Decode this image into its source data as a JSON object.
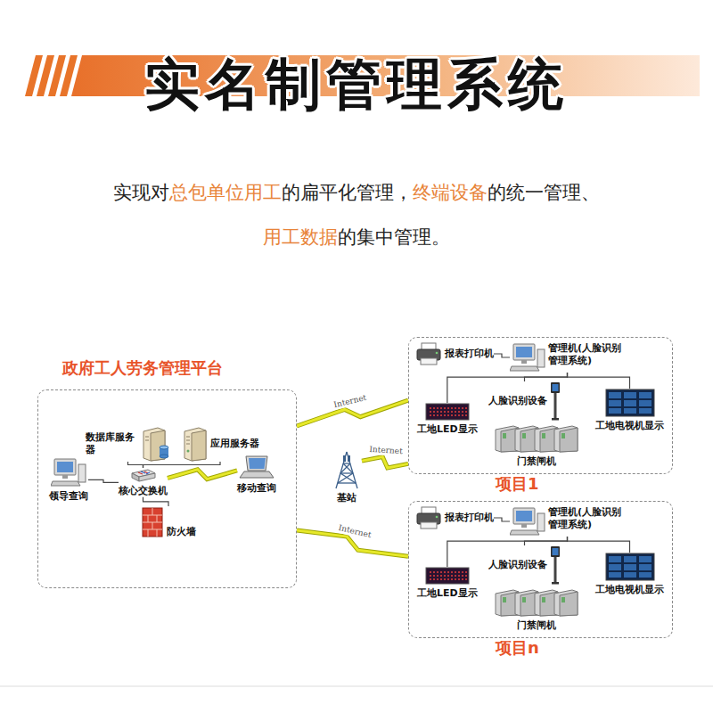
{
  "diagram": {
    "title": "实名制管理系统",
    "nodes": [
      {
        "text": [
          "政府工人劳务管理平台"
        ]
      },
      {
        "text": [
          "数据库服务器"
        ],
        "in": 0
      },
      {
        "text": [
          "应用服务器"
        ],
        "in": 0
      },
      {
        "text": [
          "领导查询"
        ],
        "in": 0
      },
      {
        "text": [
          "核心交换机"
        ],
        "in": 0
      },
      {
        "text": [
          "移动查询"
        ],
        "in": 0
      },
      {
        "text": [
          "防火墙"
        ],
        "in": 0
      },
      {
        "text": [
          "基站"
        ]
      },
      {
        "text": [
          "项目1"
        ]
      },
      {
        "text": [
          "报表打印机"
        ],
        "in": 8
      },
      {
        "text": [
          "管理机(人脸识别管理系统)"
        ],
        "in": 8
      },
      {
        "text": [
          "人脸识别设备"
        ],
        "in": 8
      },
      {
        "text": [
          "工地LED显示"
        ],
        "in": 8
      },
      {
        "text": [
          "工地电视机显示"
        ],
        "in": 8
      },
      {
        "text": [
          "门禁闸机"
        ],
        "in": 8
      },
      {
        "text": [
          "项目n"
        ]
      },
      {
        "text": [
          "报表打印机"
        ],
        "in": 15
      },
      {
        "text": [
          "管理机(人脸识别管理系统)"
        ],
        "in": 15
      },
      {
        "text": [
          "人脸识别设备"
        ],
        "in": 15
      },
      {
        "text": [
          "工地LED显示"
        ],
        "in": 15
      },
      {
        "text": [
          "工地电视机显示"
        ],
        "in": 15
      },
      {
        "text": [
          "门禁闸机"
        ],
        "in": 15
      }
    ],
    "edges": [
      {
        "from": 1,
        "to": 4,
        "arrow": "none"
      },
      {
        "from": 2,
        "to": 4,
        "arrow": "none"
      },
      {
        "from": 3,
        "to": 4,
        "arrow": "none"
      },
      {
        "from": 4,
        "to": 6,
        "arrow": "none"
      },
      {
        "from": 4,
        "to": 5,
        "arrow": "none"
      },
      {
        "from": 9,
        "to": 10,
        "arrow": "none"
      },
      {
        "from": 10,
        "to": 12,
        "arrow": "none"
      },
      {
        "from": 10,
        "to": 13,
        "arrow": "none"
      },
      {
        "from": 10,
        "to": 11,
        "arrow": "none"
      },
      {
        "from": 16,
        "to": 17,
        "arrow": "none"
      },
      {
        "from": 17,
        "to": 19,
        "arrow": "none"
      },
      {
        "from": 17,
        "to": 20,
        "arrow": "none"
      },
      {
        "from": 17,
        "to": 18,
        "arrow": "none"
      },
      {
        "from": 0,
        "to": 8,
        "label": "Internet",
        "arrow": "none"
      },
      {
        "from": 7,
        "to": 8,
        "label": "Internet",
        "arrow": "none"
      },
      {
        "from": 0,
        "to": 15,
        "label": "Internet",
        "arrow": "none"
      }
    ],
    "labels": [
      "实现对",
      "总包单位用工",
      "的扁平化管理，",
      "终端设备",
      "的统一管理、",
      "用工数据",
      "的集中管理。"
    ]
  }
}
